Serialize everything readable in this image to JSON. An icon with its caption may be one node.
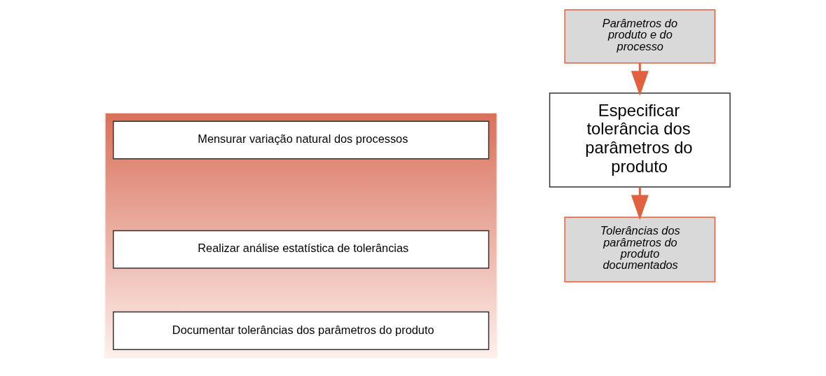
{
  "diagram": {
    "nodes": [
      {
        "text": [
          "Parâmetros do produto e do processo"
        ]
      },
      {
        "text": [
          "Especificar tolerância dos parâmetros do produto"
        ]
      },
      {
        "text": [
          "Tolerâncias dos parâmetros do produto documentados"
        ]
      },
      {
        "text": [],
        "shape": "band"
      },
      {
        "text": [
          "Mensurar variação natural dos processos"
        ],
        "in": 3
      },
      {
        "text": [
          "Realizar análise estatística de tolerâncias"
        ],
        "in": 3
      },
      {
        "text": [
          "Documentar tolerâncias dos parâmetros do produto"
        ],
        "in": 3
      }
    ],
    "edges": [
      {
        "from": 0,
        "to": 1,
        "arrow": "to"
      },
      {
        "from": 1,
        "to": 2,
        "arrow": "to"
      }
    ]
  }
}
